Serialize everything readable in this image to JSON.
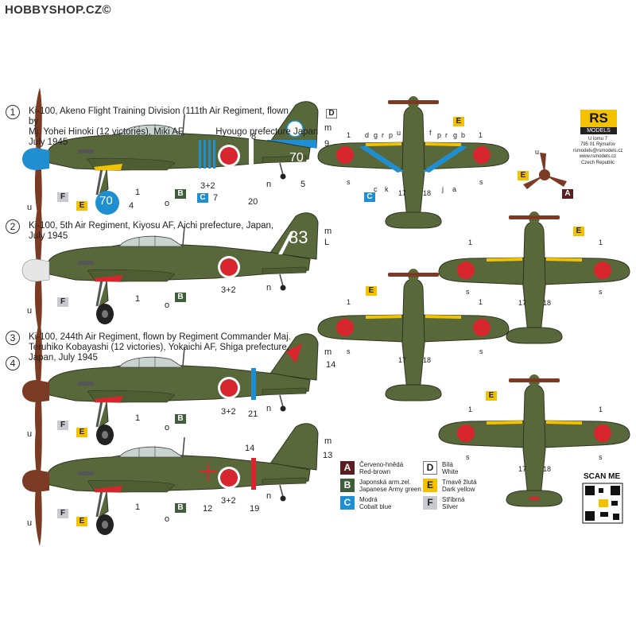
{
  "watermark": "HOBBYSHOP.CZ©",
  "brand": {
    "logo": "RS",
    "models": "MODELS",
    "address": [
      "U lomu 7",
      "795 01 Rýmařov",
      "rsmodels@rsmodels.cz",
      "www.rsmodels.cz",
      "Czech Republic"
    ]
  },
  "scan_me": "SCAN ME",
  "colors": {
    "olive": "#59683a",
    "red_hinomaru": "#d7262e",
    "cobalt": "#1f8fd2",
    "yellow": "#f2c200",
    "brown_prop": "#7a3a24"
  },
  "schemes": [
    {
      "num": "1",
      "caption": [
        "Ki-100, Akeno Flight Training Division (111th Air Regiment, flown by",
        "Mj. Yohei Hinoki (12 victories), Miki AF,            Hyougo prefecture Japan",
        "July 1945"
      ],
      "tail_code": "70"
    },
    {
      "num": "2",
      "caption": [
        "Ki-100, 5th Air Regiment, Kiyosu AF, Aichi  prefecture, Japan,",
        "July 1945"
      ],
      "tail_code": "83"
    },
    {
      "num": "3",
      "caption": [
        "Ki-100, 244th Air Regiment, flown by Regiment Commander Maj.",
        "Teruhiko Kobayashi (12 victories), Yokaichi AF, Shiga prefecture,",
        "Japan, July 1945"
      ]
    },
    {
      "num": "4"
    }
  ],
  "callouts": {
    "s1": {
      "m": "m",
      "n8": "8",
      "n9": "9",
      "D": "D",
      "n70": "70",
      "n5": "5",
      "n20": "20",
      "n": "n",
      "n1": "1",
      "n7": "7",
      "n32": "3+2",
      "o": "o",
      "u": "u",
      "n4": "4"
    },
    "s2": {
      "m": "m",
      "L": "L",
      "n": "n",
      "n32": "3+2",
      "n1": "1",
      "o": "o",
      "u": "u"
    },
    "s3": {
      "m": "m",
      "n14": "14",
      "n21": "21",
      "n": "n",
      "n32": "3+2",
      "n1": "1",
      "o": "o",
      "u": "u"
    },
    "s4": {
      "n14": "14",
      "m": "m",
      "n13": "13",
      "n": "n",
      "n19": "19",
      "n12": "12",
      "n32": "3+2",
      "n1": "1",
      "o": "o",
      "u": "u"
    }
  },
  "wing_labels": [
    "1",
    "d",
    "g",
    "r",
    "p",
    "u",
    "f",
    "p",
    "r",
    "g",
    "b",
    "s",
    "c",
    "k",
    "17",
    "18",
    "j",
    "a"
  ],
  "prop_labels": {
    "u": "u",
    "E": "E",
    "A": "A"
  },
  "legend": [
    {
      "code": "A",
      "cz": "Červeno-hnědá",
      "en": "Red-brown"
    },
    {
      "code": "B",
      "cz": "Japonská arm.zel.",
      "en": "Japanese Army green"
    },
    {
      "code": "C",
      "cz": "Modrá",
      "en": "Cobalt blue"
    },
    {
      "code": "D",
      "cz": "Bílá",
      "en": "White"
    },
    {
      "code": "E",
      "cz": "Tmavě žlutá",
      "en": "Dark yellow"
    },
    {
      "code": "F",
      "cz": "Stříbrná",
      "en": "Silver"
    }
  ]
}
